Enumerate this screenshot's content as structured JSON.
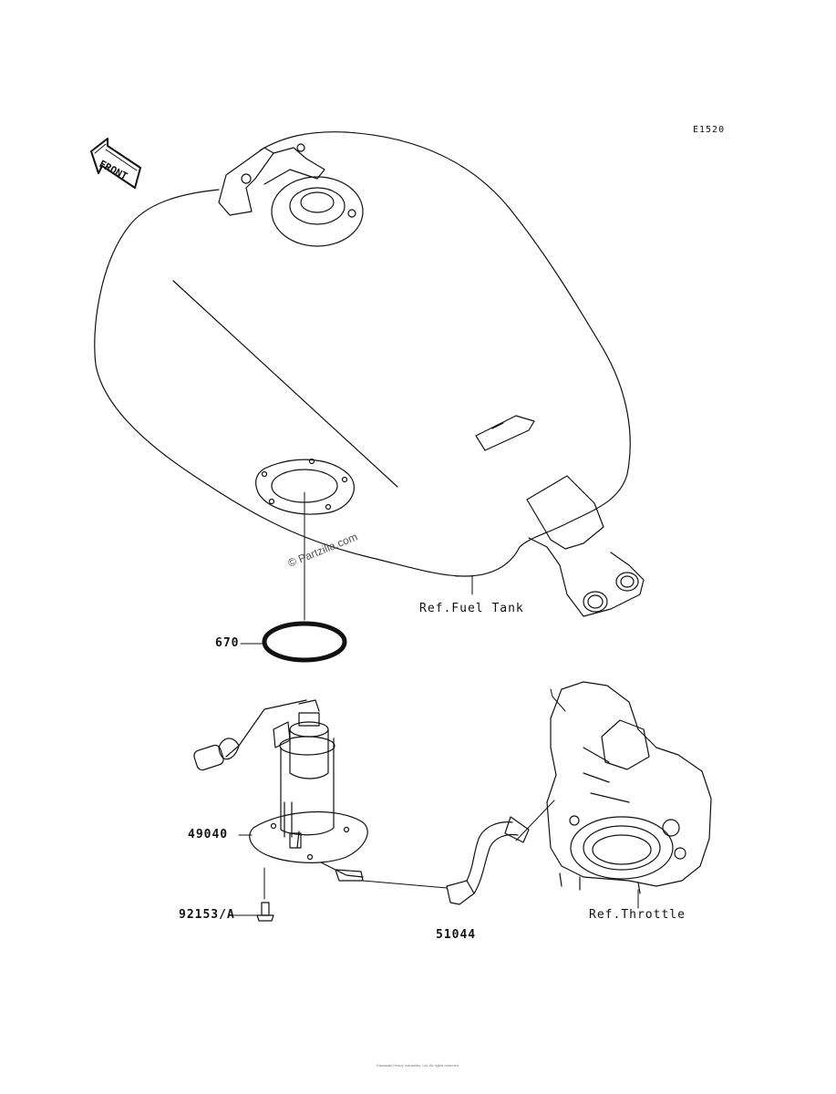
{
  "diagram_code": "E1520",
  "front_label": "FRONT",
  "watermark": "© Partzilla.com",
  "references": {
    "fuel_tank": "Ref.Fuel Tank",
    "throttle": "Ref.Throttle"
  },
  "part_numbers": {
    "o_ring": "670",
    "fuel_pump": "49040",
    "bolt": "92153/A",
    "hose": "51044"
  },
  "footer_text": "Kawasaki Heavy Industries, Ltd. All rights reserved"
}
